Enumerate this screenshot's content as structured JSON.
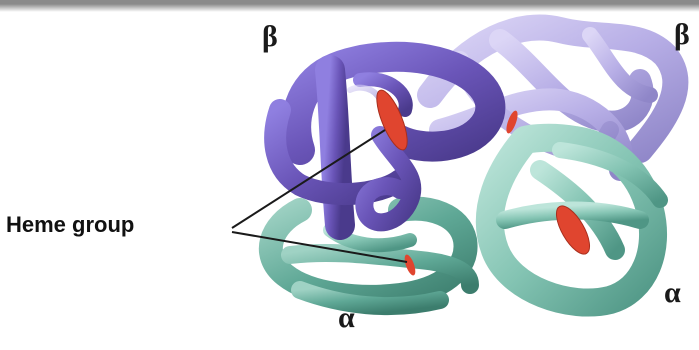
{
  "labels": {
    "heme": "Heme group",
    "beta_left": "β",
    "beta_right": "β",
    "alpha_left": "α",
    "alpha_right": "α"
  },
  "colors": {
    "beta_dark": "#6a55b8",
    "beta_light": "#b7aee6",
    "alpha_teal": "#7cbfae",
    "alpha_teal_light": "#a9d8cb",
    "heme_red": "#e0452f",
    "outline": "#1a1a1a"
  }
}
